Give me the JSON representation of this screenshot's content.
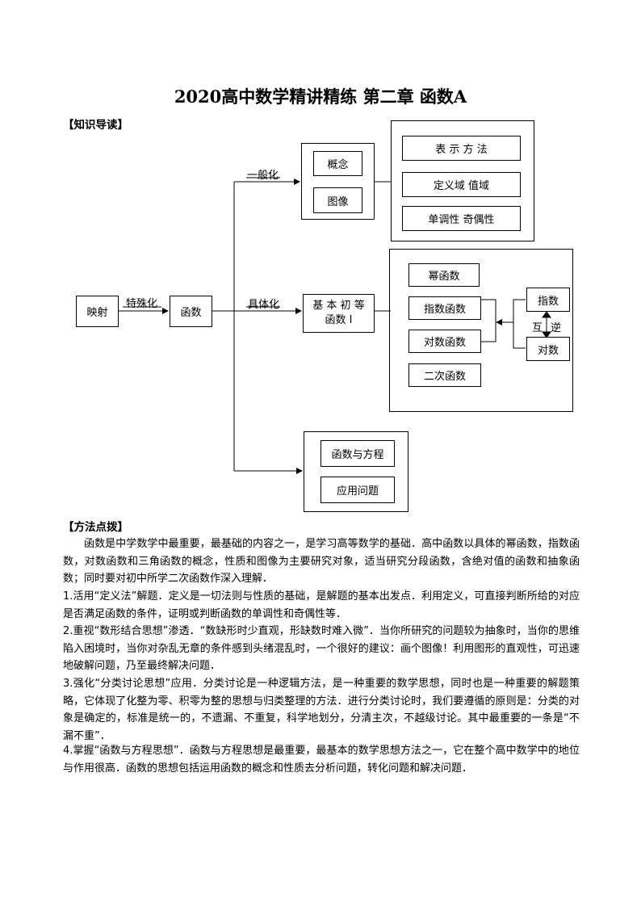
{
  "doc": {
    "title": "2020高中数学精讲精练 第二章 函数A",
    "section_knowledge": "【知识导读】",
    "section_method": "【方法点拨】"
  },
  "diagram": {
    "yingshe": "映射",
    "hanshu": "函数",
    "tesuhua": "特殊化",
    "yibanhua": "一般化",
    "jutihua": "具体化",
    "gainian": "概念",
    "tuxiang": "图像",
    "biaoshi": "表 示 方 法",
    "dingyiyu": "定义域 值域",
    "dandiao": "单调性 奇偶性",
    "jiben_line1": "基 本 初 等",
    "jiben_line2": "函数 I",
    "mihanshu": "幂函数",
    "zhishuhanshu": "指数函数",
    "duishuhanshu": "对数函数",
    "ercihanshu": "二次函数",
    "zhishu": "指数",
    "duishu": "对数",
    "hu": "互",
    "ni": "逆",
    "hanshu_fangcheng": "函数与方程",
    "yingyong": "应用问题"
  },
  "method": {
    "intro": "函数是中学数学中最重要，最基础的内容之一，是学习高等数学的基础．高中函数以具体的幂函数，指数函数，对数函数和三角函数的概念，性质和图像为主要研究对象，适当研究分段函数，含绝对值的函数和抽象函数；同时要对初中所学二次函数作深入理解．",
    "p1": "1.活用“定义法”解题．定义是一切法则与性质的基础，是解题的基本出发点．利用定义，可直接判断所给的对应是否满足函数的条件，证明或判断函数的单调性和奇偶性等．",
    "p2": "2.重视“数形结合思想”渗透．“数缺形时少直观，形缺数时难入微”．当你所研究的问题较为抽象时，当你的思维陷入困境时，当你对杂乱无章的条件感到头绪混乱时，一个很好的建议：画个图像！利用图形的直观性，可迅速地破解问题，乃至最终解决问题．",
    "p3": "3.强化“分类讨论思想”应用．分类讨论是一种逻辑方法，是一种重要的数学思想，同时也是一种重要的解题策略，它体现了化整为零、积零为整的思想与归类整理的方法．进行分类讨论时，我们要遵循的原则是：分类的对象是确定的，标准是统一的，不遗漏、不重复，科学地划分，分清主次，不越级讨论。其中最重要的一条是“不漏不重”．",
    "p4": "4.掌握“函数与方程思想”．函数与方程思想是最重要，最基本的数学思想方法之一，它在整个高中数学中的地位与作用很高．函数的思想包括运用函数的概念和性质去分析问题，转化问题和解决问题．"
  }
}
